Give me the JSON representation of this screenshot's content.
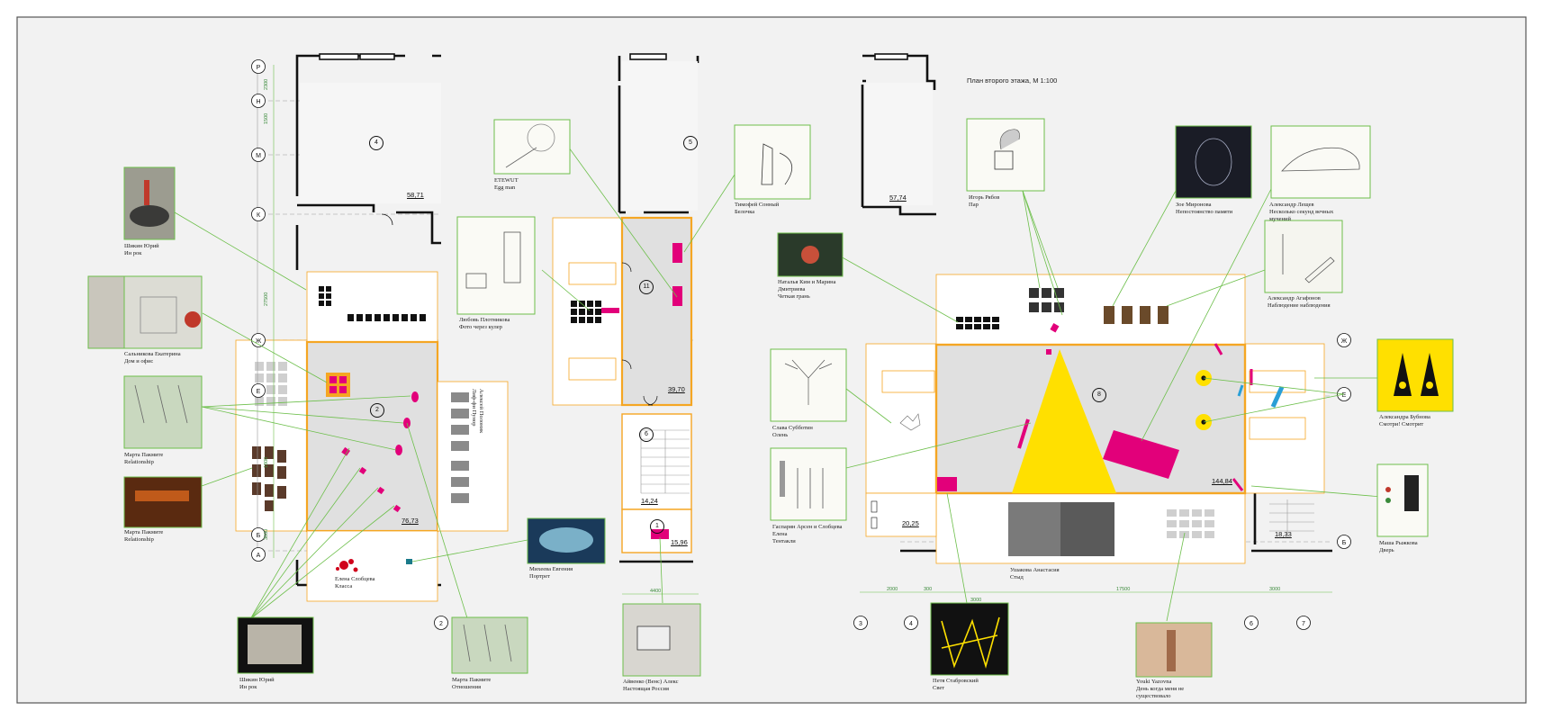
{
  "title": "План второго этажа, М 1:100",
  "colors": {
    "frame": "#555555",
    "paper": "#f2f2f2",
    "wall": "#111111",
    "hall": "#e0e0e0",
    "orange": "#f5a623",
    "orange_light": "#f7c97a",
    "green": "#6dbf4b",
    "magenta": "#e2007a",
    "yellow": "#ffe000",
    "cyan": "#2a9fd6"
  },
  "axes_left": [
    "Р",
    "Н",
    "М",
    "К",
    "Ж",
    "Е",
    "Б",
    "А"
  ],
  "axes_right": [
    "Ж",
    "Е",
    "Б"
  ],
  "axes_bottom": [
    "2",
    "3",
    "4",
    "6",
    "7"
  ],
  "room_numbers": [
    "4",
    "2",
    "5",
    "6",
    "1",
    "8",
    "11"
  ],
  "areas": [
    "58,71",
    "76,73",
    "39,70",
    "14,24",
    "15,96",
    "57,74",
    "144,84",
    "20,25",
    "18,33"
  ],
  "dimensions": [
    "2000",
    "300",
    "3000",
    "17500",
    "3000",
    "4400",
    "27500",
    "2300",
    "1500",
    "1800",
    "3000"
  ],
  "captions": {
    "shikin1": [
      "Шикин Юрий",
      "Ин рок"
    ],
    "salnikova": [
      "Сальникова Екатерина",
      "Дом и офис"
    ],
    "pakmite1": [
      "Марта Пакмите",
      "Relationship"
    ],
    "pakmite2": [
      "Марта Пакмите",
      "Relationship"
    ],
    "shikin2": [
      "Шикин Юрий",
      "Ин рок"
    ],
    "pakmite3": [
      "Марта Пакмите",
      "Отношения"
    ],
    "etewut": [
      "ETEWUT",
      "Egg man"
    ],
    "plotnikova": [
      "Любовь Плотникова",
      "Фото через кулер"
    ],
    "sobtseva": [
      "Елена Слобцева",
      "Класса"
    ],
    "mikheeva": [
      "Михеева Евгения",
      "Портрет"
    ],
    "sonniy": [
      "Тимофей Сонный",
      "Белочка"
    ],
    "aivenko": [
      "Айвенко (Венс) Алекс",
      "Настоящая Россия"
    ],
    "kim": [
      "Наталья Ким и Марина",
      "Дмитриева",
      "Четкая грань"
    ],
    "subbotin": [
      "Слава Субботин",
      "Олень"
    ],
    "gasparyan": [
      "Гаспарян Арсен и Слобцева",
      "Елена",
      "Тентакли"
    ],
    "ryabov": [
      "Игорь Рябов",
      "Пар"
    ],
    "mironova": [
      "Зое Миронова",
      "Непостоянство памяти"
    ],
    "leshchev": [
      "Александр Лещев",
      "Несколько секунд вечных",
      "мучений"
    ],
    "agafonov": [
      "Александр Агафонов",
      "Наблюдение наблюдения"
    ],
    "bubnova": [
      "Александра Бубнова",
      "Смотри! Смотрит"
    ],
    "ryzhkova": [
      "Маша Рыжкова",
      "Дверь"
    ],
    "ushakova": [
      "Ушакова Анастасия",
      "Стыд"
    ],
    "stabrovsky": [
      "Петя Стабровский",
      "Свет"
    ],
    "yazovna": [
      "Youki Yazovna",
      "День когда меня не",
      "существовало"
    ],
    "tupolev_vertical": [
      "Алексей Полоник",
      "Лиф-фи Пунор"
    ]
  }
}
